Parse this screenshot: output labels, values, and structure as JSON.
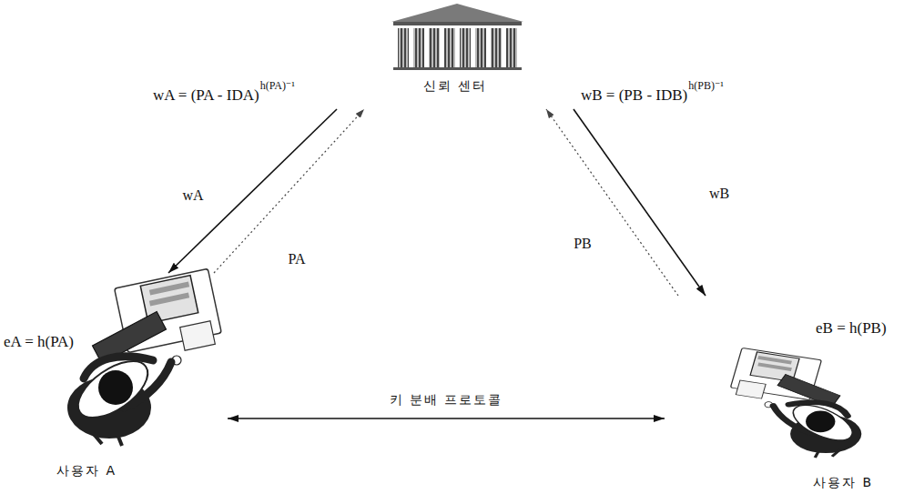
{
  "diagram": {
    "nodes": [
      {
        "text": [
          "신뢰 센터"
        ]
      },
      {
        "text": [
          "사용자 A"
        ]
      },
      {
        "text": [
          "사용자 B"
        ]
      }
    ],
    "edges": [
      {
        "from": 0,
        "to": 1,
        "arrow": "to",
        "label": "wA"
      },
      {
        "from": 1,
        "to": 0,
        "arrow": "to",
        "label": "PA"
      },
      {
        "from": 0,
        "to": 2,
        "arrow": "to",
        "label": "wB"
      },
      {
        "from": 2,
        "to": 0,
        "arrow": "to",
        "label": "PB"
      },
      {
        "from": 1,
        "to": 2,
        "arrow": "both",
        "label": "키 분배 프로토콜"
      }
    ],
    "labels": [
      "wA = (PA - IDA)",
      "h(PA)⁻¹",
      "wB = (PB - IDB)",
      "h(PB)⁻¹",
      "eA = h(PA)",
      "eB = h(PB)"
    ]
  }
}
